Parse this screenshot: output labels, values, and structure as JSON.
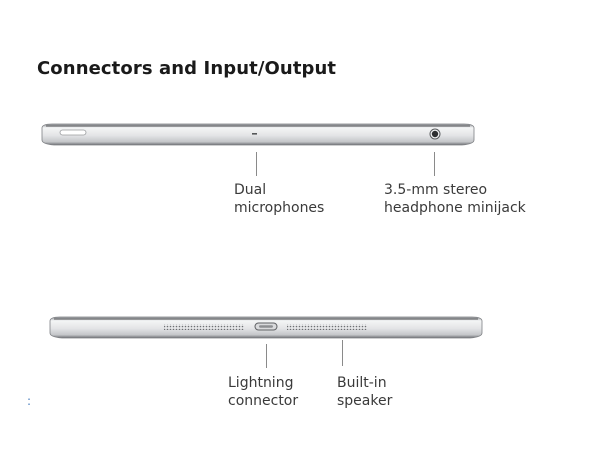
{
  "section": {
    "title": "Connectors and Input/Output"
  },
  "top_view": {
    "labels": {
      "microphones_line1": "Dual",
      "microphones_line2": "microphones",
      "headphone_line1": "3.5-mm stereo",
      "headphone_line2": "headphone minijack"
    }
  },
  "bottom_view": {
    "labels": {
      "lightning_line1": "Lightning",
      "lightning_line2": "connector",
      "speaker_line1": "Built-in",
      "speaker_line2": "speaker"
    }
  },
  "colors": {
    "device_body": "#e6e7e9",
    "device_edge": "#9ea0a4",
    "device_shadow": "#5d5f63",
    "leader_line": "#8a8a8a",
    "text": "#3a3a3a"
  }
}
